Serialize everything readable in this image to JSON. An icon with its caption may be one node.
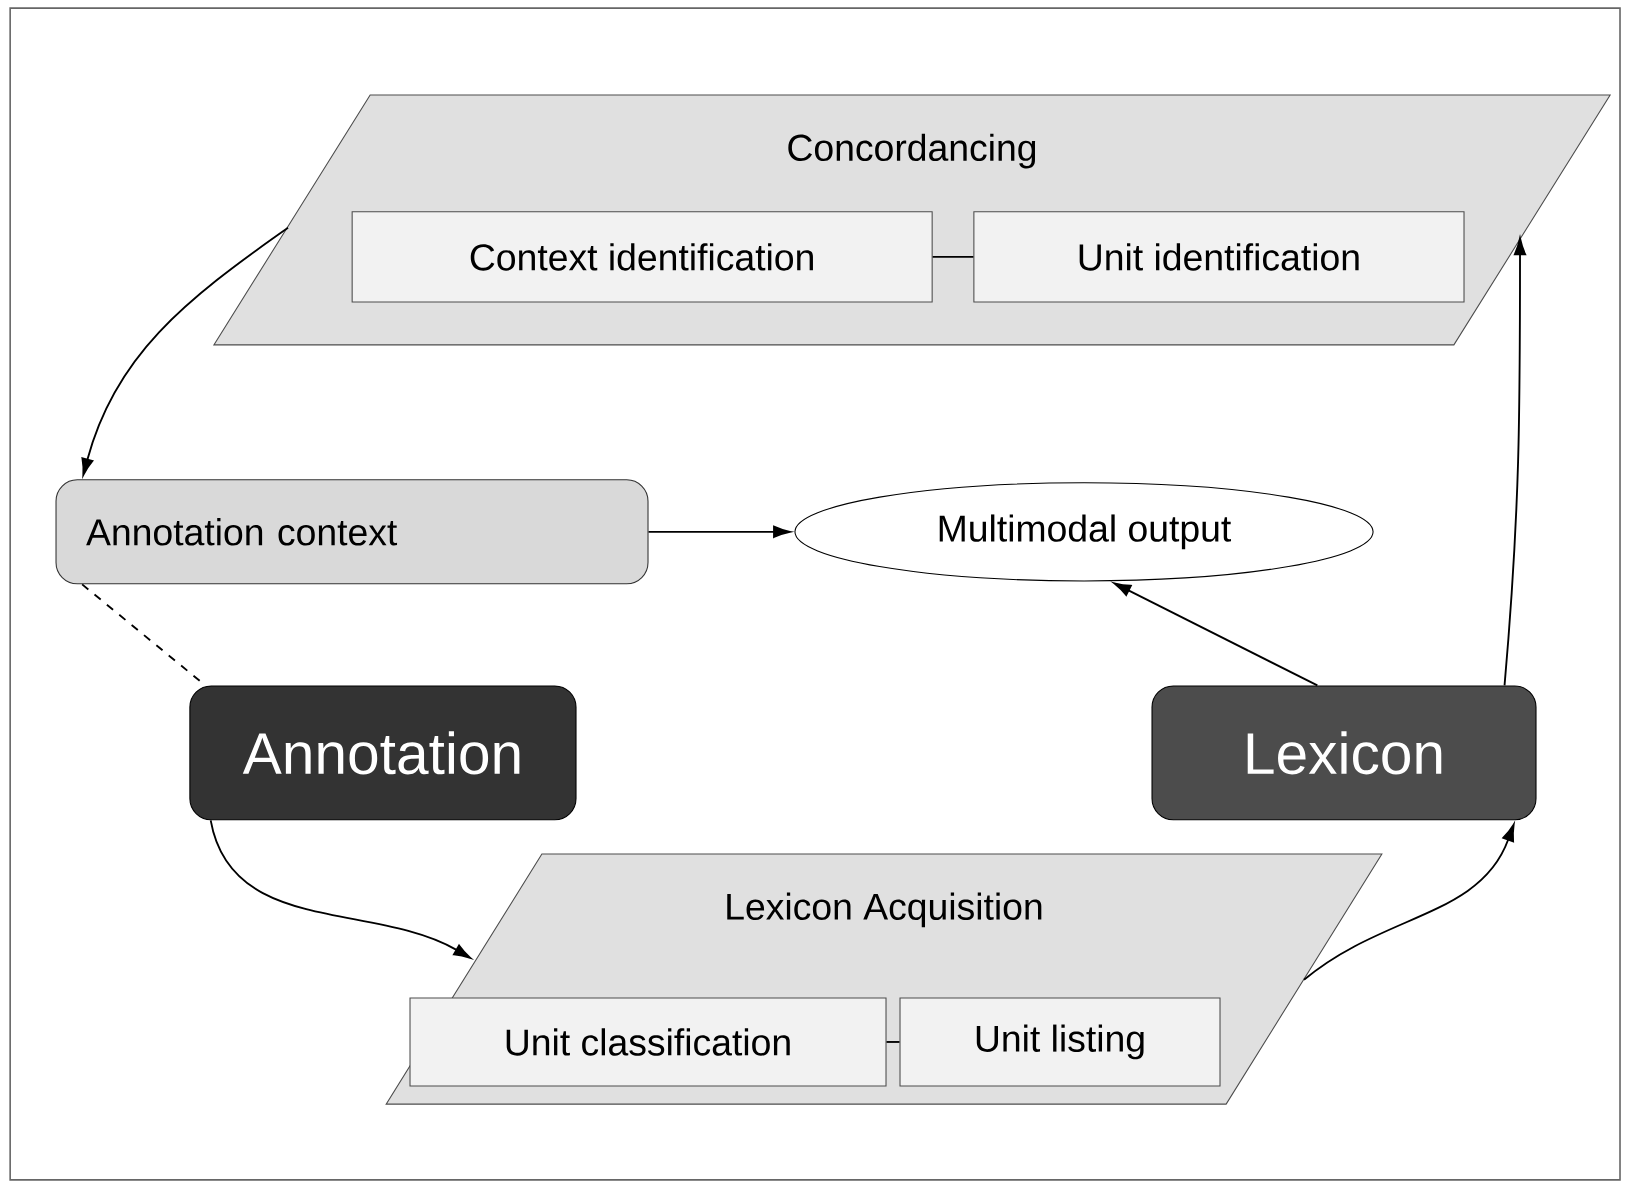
{
  "diagram": {
    "nodes": [
      {
        "text": [
          "Concordancing"
        ]
      },
      {
        "text": [
          "Context identification"
        ],
        "in": 0
      },
      {
        "text": [
          "Unit identification"
        ],
        "in": 0
      },
      {
        "text": [
          "Annotation context"
        ]
      },
      {
        "text": [
          "Multimodal output"
        ]
      },
      {
        "text": [
          "Annotation"
        ]
      },
      {
        "text": [
          "Lexicon"
        ]
      },
      {
        "text": [
          "Lexicon Acquisition"
        ]
      },
      {
        "text": [
          "Unit classification"
        ],
        "in": 7
      },
      {
        "text": [
          "Unit listing"
        ],
        "in": 7
      }
    ],
    "edges": [
      {
        "from": 1,
        "to": 2,
        "arrow": "none"
      },
      {
        "from": 0,
        "to": 3,
        "arrow": "to"
      },
      {
        "from": 3,
        "to": 4,
        "arrow": "to"
      },
      {
        "from": 3,
        "to": 5,
        "arrow": "none",
        "style": "dashed"
      },
      {
        "from": 5,
        "to": 7,
        "arrow": "to"
      },
      {
        "from": 7,
        "to": 6,
        "arrow": "to"
      },
      {
        "from": 6,
        "to": 4,
        "arrow": "to"
      },
      {
        "from": 6,
        "to": 0,
        "arrow": "to"
      },
      {
        "from": 8,
        "to": 9,
        "arrow": "none"
      }
    ]
  }
}
